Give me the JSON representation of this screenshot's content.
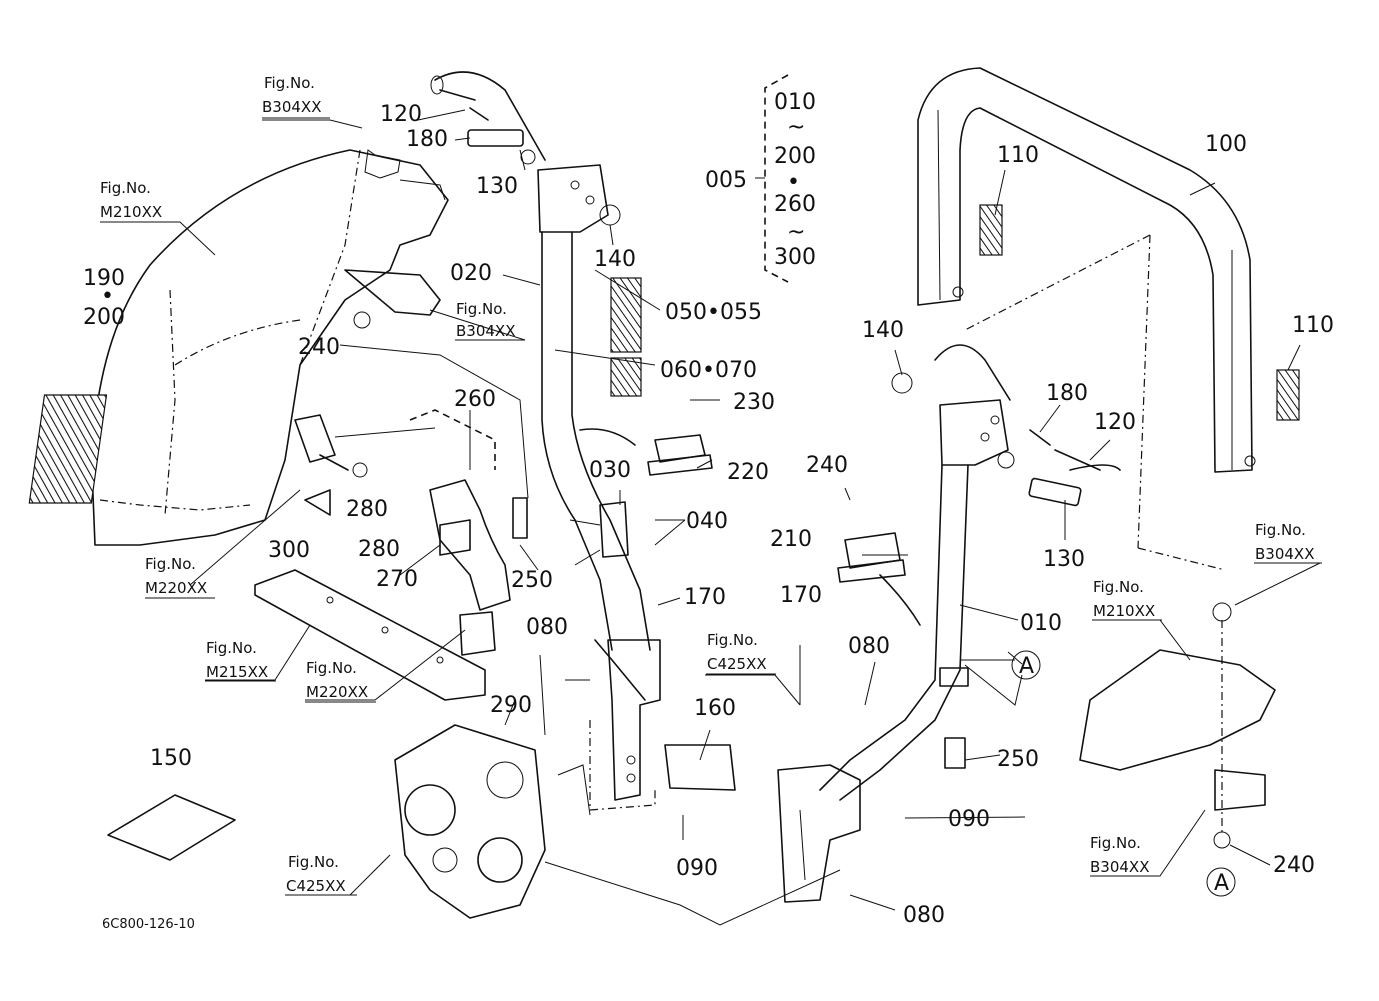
{
  "callouts": {
    "c005": "005",
    "c010_range": "010",
    "c200_range": "200",
    "c260_range": "260",
    "c300_range": "300",
    "tilde": "~",
    "dot": "•",
    "c010": "010",
    "c020": "020",
    "c030": "030",
    "c040": "040",
    "c050_055": "050•055",
    "c060_070": "060•070",
    "c080_a": "080",
    "c080_b": "080",
    "c080_c": "080",
    "c090_a": "090",
    "c090_b": "090",
    "c100": "100",
    "c110_a": "110",
    "c110_b": "110",
    "c120_a": "120",
    "c120_b": "120",
    "c130_a": "130",
    "c130_b": "130",
    "c140_a": "140",
    "c140_b": "140",
    "c150": "150",
    "c160": "160",
    "c170_a": "170",
    "c170_b": "170",
    "c180_a": "180",
    "c180_b": "180",
    "c190": "190",
    "c200": "200",
    "c210": "210",
    "c220": "220",
    "c230": "230",
    "c240_a": "240",
    "c240_b": "240",
    "c240_c": "240",
    "c250_a": "250",
    "c250_b": "250",
    "c260": "260",
    "c270": "270",
    "c280_a": "280",
    "c280_b": "280",
    "c290": "290",
    "c300": "300",
    "detail_a1": "A",
    "detail_a2": "A"
  },
  "figure_refs": {
    "fig_label": "Fig.No.",
    "ref_b304_top": "B304XX",
    "ref_m210_left": "M210XX",
    "ref_b304_mid": "B304XX",
    "ref_m220_left": "M220XX",
    "ref_m215": "M215XX",
    "ref_m220_mid": "M220XX",
    "ref_c425_bottom": "C425XX",
    "ref_c425_mid": "C425XX",
    "ref_b304_right_top": "B304XX",
    "ref_m210_right": "M210XX",
    "ref_b304_right_bottom": "B304XX"
  },
  "drawing_code": "6C800-126-10"
}
